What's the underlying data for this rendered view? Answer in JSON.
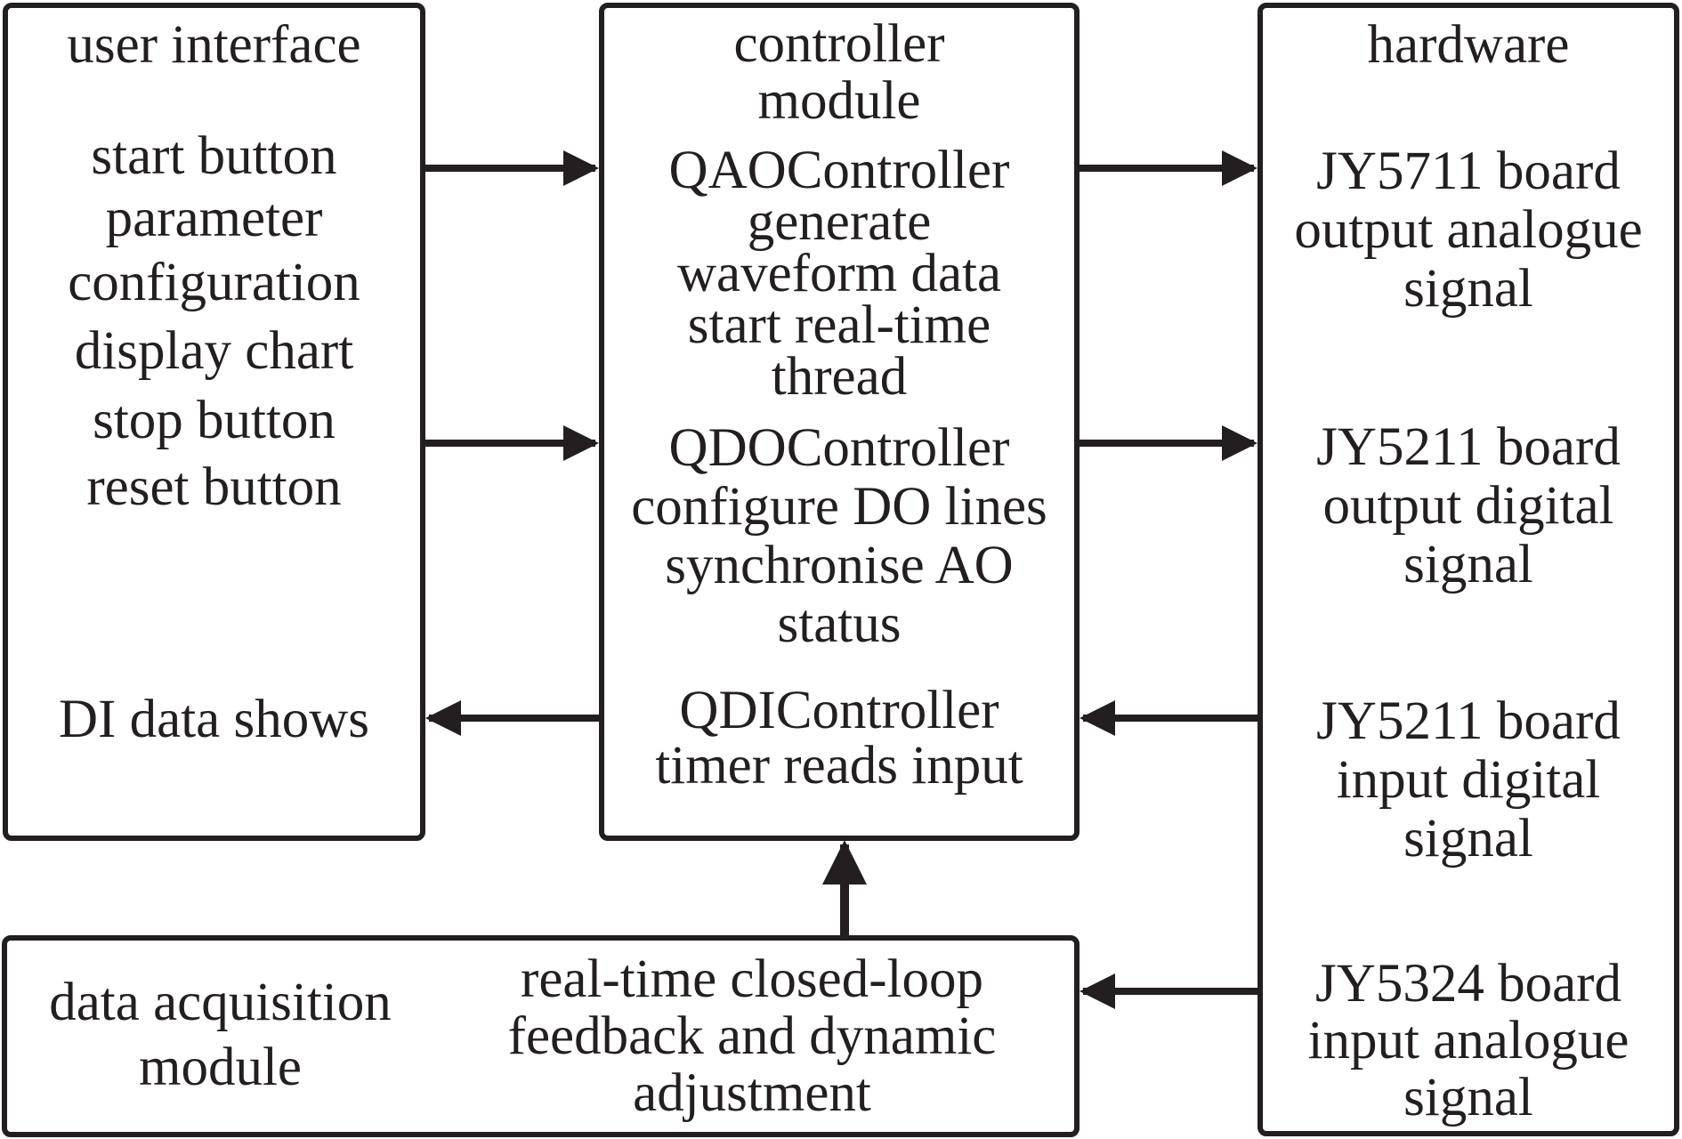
{
  "colors": {
    "stroke": "#231f20",
    "background": "#ffffff"
  },
  "user_interface": {
    "title": "user interface",
    "lines": [
      "start button",
      "parameter",
      "configuration",
      "display chart",
      "stop button",
      "reset button"
    ],
    "di": "DI data shows"
  },
  "controller": {
    "title_lines": [
      "controller",
      "module"
    ],
    "qao_lines": [
      "QAOController",
      "generate",
      "waveform data",
      "start real-time",
      "thread"
    ],
    "qdo_lines": [
      "QDOController",
      "configure DO lines",
      "synchronise AO",
      "status"
    ],
    "qdi_lines": [
      "QDIController",
      "timer reads input"
    ]
  },
  "hardware": {
    "title": "hardware",
    "jy5711_lines": [
      "JY5711 board",
      "output analogue",
      "signal"
    ],
    "jy5211_out_lines": [
      "JY5211 board",
      "output digital",
      "signal"
    ],
    "jy5211_in_lines": [
      "JY5211 board",
      "input digital",
      "signal"
    ],
    "jy5324_lines": [
      "JY5324 board",
      "input analogue",
      "signal"
    ]
  },
  "daq": {
    "title_lines": [
      "data acquisition",
      "module"
    ],
    "desc_lines": [
      "real-time closed-loop",
      "feedback and dynamic",
      "adjustment"
    ]
  }
}
